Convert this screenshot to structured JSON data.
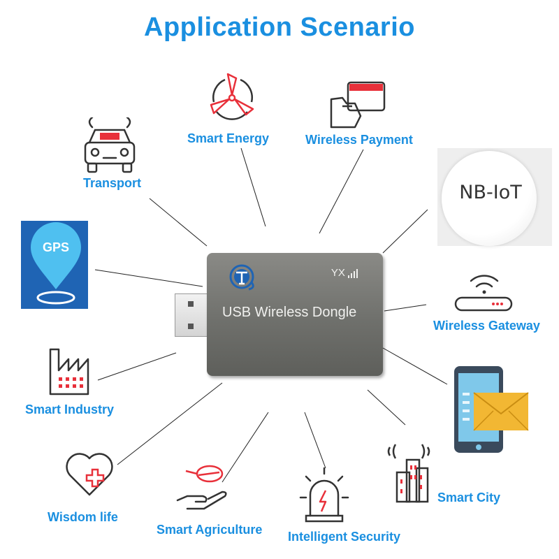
{
  "title": "Application Scenario",
  "center": {
    "device_label": "USB Wireless Dongle",
    "brand": "YX"
  },
  "scenarios": {
    "transport": "Transport",
    "smart_energy": "Smart Energy",
    "wireless_payment": "Wireless Payment",
    "nb_iot": "NB-IoT",
    "gps": "GPS",
    "wireless_gateway": "Wireless Gateway",
    "smart_industry": "Smart Industry",
    "wisdom_life": "Wisdom life",
    "smart_agriculture": "Smart Agriculture",
    "intelligent_security": "Intelligent Security",
    "smart_city": "Smart City"
  },
  "colors": {
    "title": "#1a8fe0",
    "label": "#1a8fe0",
    "accent_red": "#e8303a",
    "icon_stroke": "#333333",
    "dongle_body": "#72736f"
  }
}
